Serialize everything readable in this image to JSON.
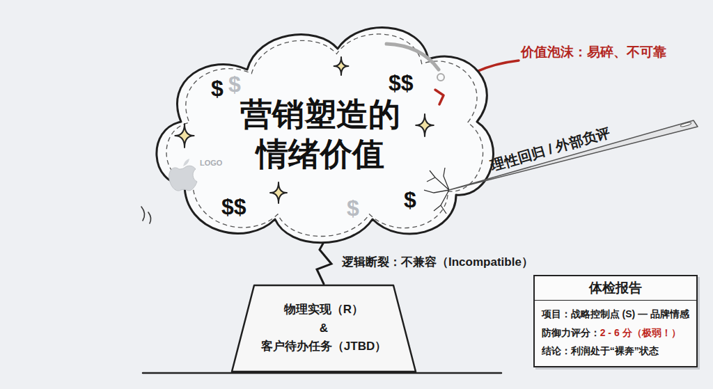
{
  "diagram": {
    "nodes": [
      {
        "text": [
          "营销塑造的 情绪价值"
        ]
      },
      {
        "text": [
          "物理实现（R）",
          "&",
          "客户待办任务（JTBD）"
        ]
      },
      {
        "text": [
          "体检报告",
          "项目：战略控制点 (S) — 品牌情感",
          "防御力评分：",
          "2 - 6 分（极弱！）",
          "结论：利润处于“裸奔”状态"
        ]
      }
    ],
    "edges": [
      {
        "from": 1,
        "to": 0,
        "arrow": "none",
        "label": "逻辑断裂：不兼容（Incompatible）"
      }
    ],
    "labels": [
      "价值泡沫：易碎、不可靠",
      "理性回归 / 外部负评",
      "$",
      "$",
      "$$",
      "$$",
      "$",
      "$",
      "LOGO"
    ]
  }
}
